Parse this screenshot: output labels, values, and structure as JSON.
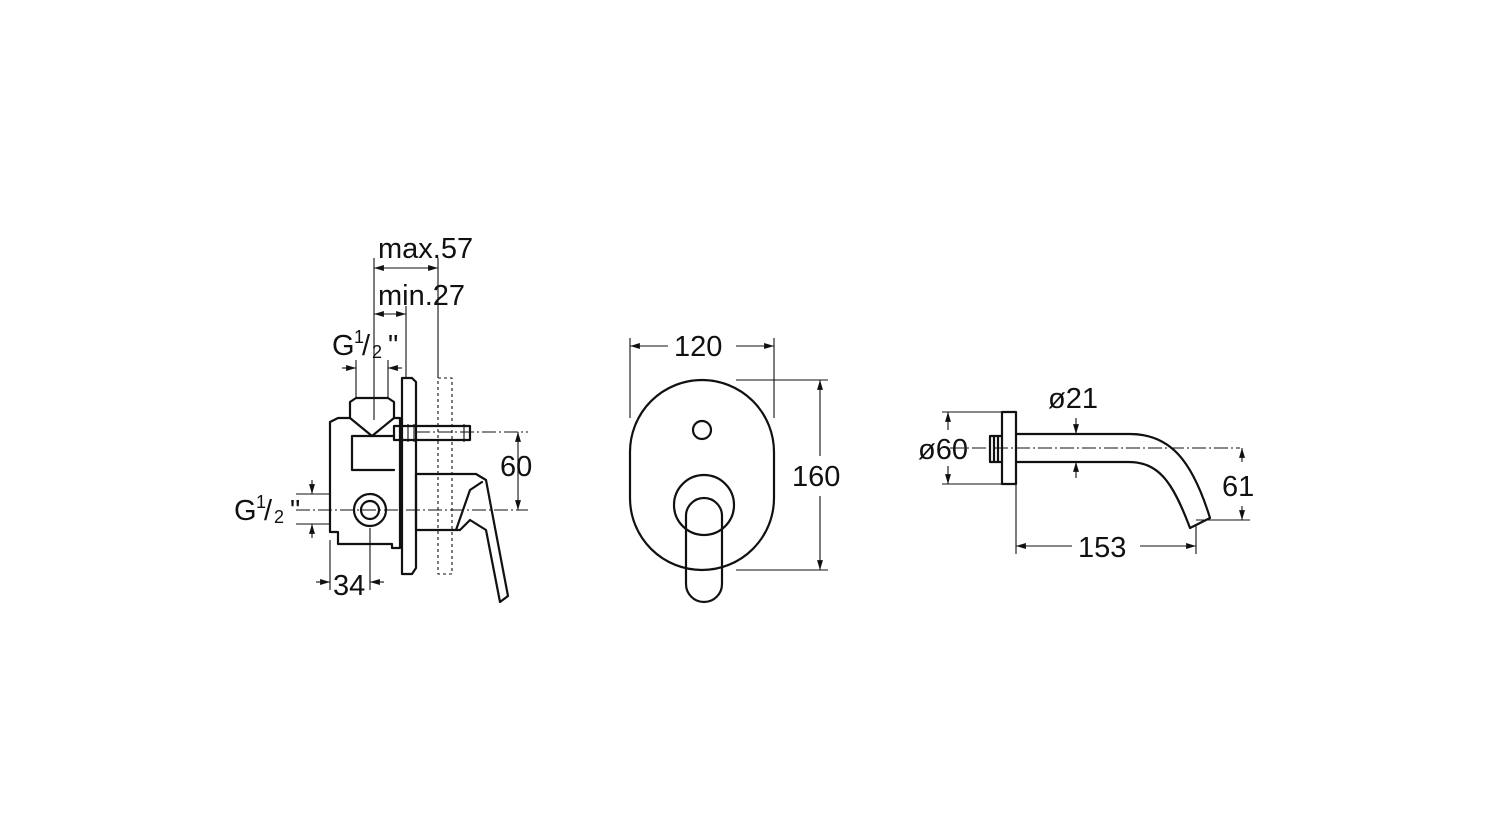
{
  "labels": {
    "max_depth": "max.57",
    "min_depth": "min.27",
    "thread_top_main": "G",
    "thread_top_num": "1",
    "thread_top_den": "/",
    "thread_top_den2": "2",
    "thread_top_quote": "\"",
    "thread_side_main": "G",
    "thread_side_num": "1",
    "thread_side_den": "/",
    "thread_side_den2": "2",
    "thread_side_quote": "\"",
    "side_height": "60",
    "side_offset": "34",
    "plate_width": "120",
    "plate_height": "160",
    "spout_pipe_diameter": "ø21",
    "spout_flange_diameter": "ø60",
    "spout_drop": "61",
    "spout_length": "153"
  }
}
